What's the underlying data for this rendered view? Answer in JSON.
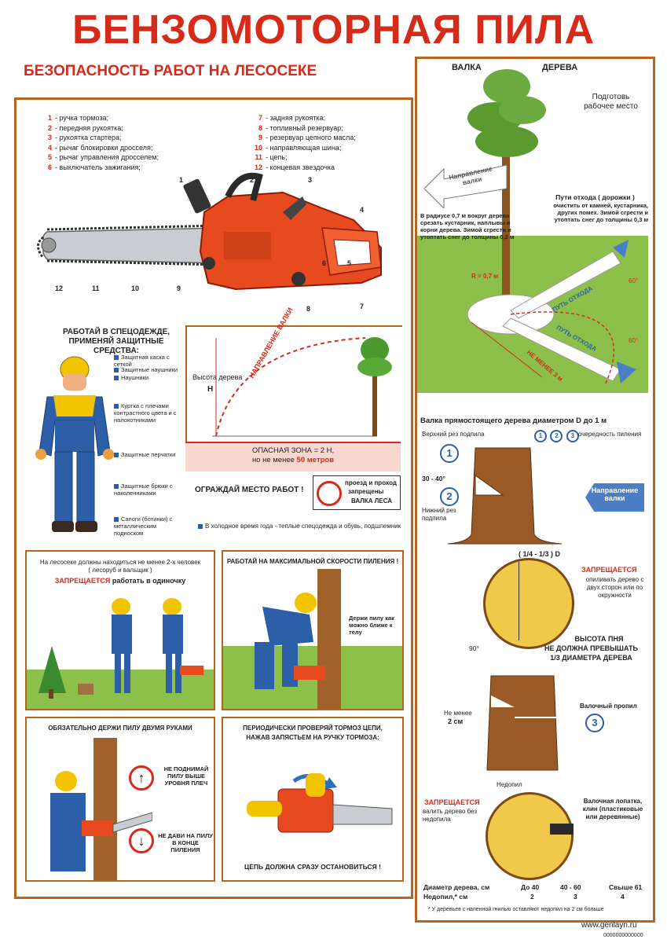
{
  "header": {
    "title": "БЕНЗОМОТОРНАЯ ПИЛА",
    "subtitle": "БЕЗОПАСНОСТЬ РАБОТ НА ЛЕСОСЕКЕ"
  },
  "parts": {
    "left": [
      {
        "n": "1",
        "label": "- ручка тормоза;"
      },
      {
        "n": "2",
        "label": "- передняя рукоятка;"
      },
      {
        "n": "3",
        "label": "- рукоятка стартера;"
      },
      {
        "n": "4",
        "label": "- рычаг блокировки дросселя;"
      },
      {
        "n": "5",
        "label": "- рычаг управления дросселем;"
      },
      {
        "n": "6",
        "label": "- выключатель зажигания;"
      }
    ],
    "right": [
      {
        "n": "7",
        "label": "- задняя рукоятка;"
      },
      {
        "n": "8",
        "label": "- топливный резервуар;"
      },
      {
        "n": "9",
        "label": "- резервуар цепного масла;"
      },
      {
        "n": "10",
        "label": "- направляющая шина;"
      },
      {
        "n": "11",
        "label": "- цепь;"
      },
      {
        "n": "12",
        "label": "- концевая звездочка"
      }
    ],
    "callouts": [
      "1",
      "2",
      "3",
      "4",
      "5",
      "6",
      "7",
      "8",
      "9",
      "10",
      "11",
      "12"
    ]
  },
  "ppe": {
    "heading": "РАБОТАЙ В СПЕЦОДЕЖДЕ, ПРИМЕНЯЙ ЗАЩИТНЫЕ СРЕДСТВА:",
    "items": [
      "Защитная каска с сеткой",
      "Защитные наушники",
      "Наушники",
      "Куртка с плечами контрастного цвета и с налокотниками",
      "Защитные перчатки",
      "Защитные брюки с наколенниками",
      "Сапоги (ботинки) с металлическим подноском"
    ],
    "winter_note": "В холодное время года - теплые спецодежда и обувь, подшлемник"
  },
  "danger_zone": {
    "tree_height_label": "Высота дерева",
    "tree_height_symbol": "H",
    "fall_direction": "НАПРАВЛЕНИЕ ВАЛКИ",
    "zone_line1": "ОПАСНАЯ ЗОНА = 2 Н,",
    "zone_line2_prefix": "но не менее",
    "zone_line2_value": "50 метров",
    "fence_text": "ОГРАЖДАЙ МЕСТО РАБОТ !",
    "sign_text_1": "проезд и проход",
    "sign_text_2": "запрещены",
    "sign_text_3": "ВАЛКА ЛЕСА"
  },
  "panel_alone": {
    "text1": "На лесосеке должны находиться не менее 2-х человек",
    "text2": "( лесоруб и вальщик )",
    "forbidden": "ЗАПРЕЩАЕТСЯ",
    "forbidden_rest": "работать в одиночку"
  },
  "panel_speed": {
    "heading": "РАБОТАЙ НА МАКСИМАЛЬНОЙ СКОРОСТИ ПИЛЕНИЯ !",
    "note": "Держи пилу как можно ближе к телу"
  },
  "panel_hands": {
    "heading": "ОБЯЗАТЕЛЬНО ДЕРЖИ ПИЛУ ДВУМЯ РУКАМИ",
    "up_text": "НЕ ПОДНИМАЙ ПИЛУ ВЫШЕ УРОВНЯ ПЛЕЧ",
    "down_text": "НЕ ДАВИ НА ПИЛУ В КОНЦЕ ПИЛЕНИЯ"
  },
  "panel_brake": {
    "heading1": "ПЕРИОДИЧЕСКИ ПРОВЕРЯЙ ТОРМОЗ ЦЕПИ,",
    "heading2": "НАЖАВ ЗАПЯСТЬЕМ НА РУЧКУ ТОРМОЗА:",
    "footer": "ЦЕПЬ ДОЛЖНА СРАЗУ ОСТАНОВИТЬСЯ !"
  },
  "felling": {
    "title_left": "ВАЛКА",
    "title_right": "ДЕРЕВА",
    "prepare": "Подготовь рабочее место",
    "direction": "Направление валки",
    "radius_text": "В радиусе 0,7 м вокруг дерева срезать кустарник, наплывы и корни дерева. Зимой сгрести и утоптать снег до толщины 0,2 м",
    "paths_title": "Пути отхода ( дорожки )",
    "paths_text": "очистить от камней, кустарника, других помех. Зимой сгрести и утоптать снег до толщины 0,3 м",
    "r_label": "R = 0,7 м",
    "angle1": "60°",
    "angle2": "60°",
    "path1": "ПУТЬ ОТХОДА",
    "path2": "ПУТЬ ОТХОДА",
    "min3": "НЕ МЕНЕЕ 3 м"
  },
  "straight_tree": {
    "heading": "Валка прямостоящего дерева диаметром D до 1 м",
    "top_cut": "Верхний рез подпила",
    "sequence": "очередность пиления",
    "angle": "30 - 40°",
    "bottom_cut": "Нижний рез подпила",
    "direction": "Направление валки",
    "fraction": "( 1/4 - 1/3 ) D",
    "forbidden": "ЗАПРЕЩАЕТСЯ",
    "forbidden_text": "опиливать дерево с двух сторон или по окружности",
    "angle90": "90°",
    "stump1": "ВЫСОТА ПНЯ",
    "stump2": "НЕ ДОЛЖНА ПРЕВЫШАТЬ",
    "stump3": "1/3 ДИАМЕТРА ДЕРЕВА",
    "min_label": "Не менее",
    "min_value": "2 см",
    "felling_cut": "Валочный пропил",
    "undercut": "Недопил",
    "forbidden2": "ЗАПРЕЩАЕТСЯ",
    "forbidden2_text": "валить дерево без недопила",
    "wedge": "Валочная лопатка, клин (пластиковые или деревянные)",
    "nums": [
      "1",
      "2",
      "3"
    ]
  },
  "table": {
    "row1_label": "Диаметр дерева, см",
    "row2_label": "Недопил,* см",
    "cols": [
      {
        "d": "До 40",
        "u": "2"
      },
      {
        "d": "40 - 60",
        "u": "3"
      },
      {
        "d": "Свыше 61",
        "u": "4"
      }
    ],
    "footnote": "* У деревьев с напенной гнилью оставляют недопил на 2 см больше"
  },
  "footer": {
    "site": "www.genlayn.ru",
    "code": "0000000000000"
  },
  "colors": {
    "red": "#d62a1a",
    "brown": "#b5651d",
    "blue": "#2d5fa8",
    "yellow": "#f2c400",
    "grass": "#8cc04a"
  }
}
